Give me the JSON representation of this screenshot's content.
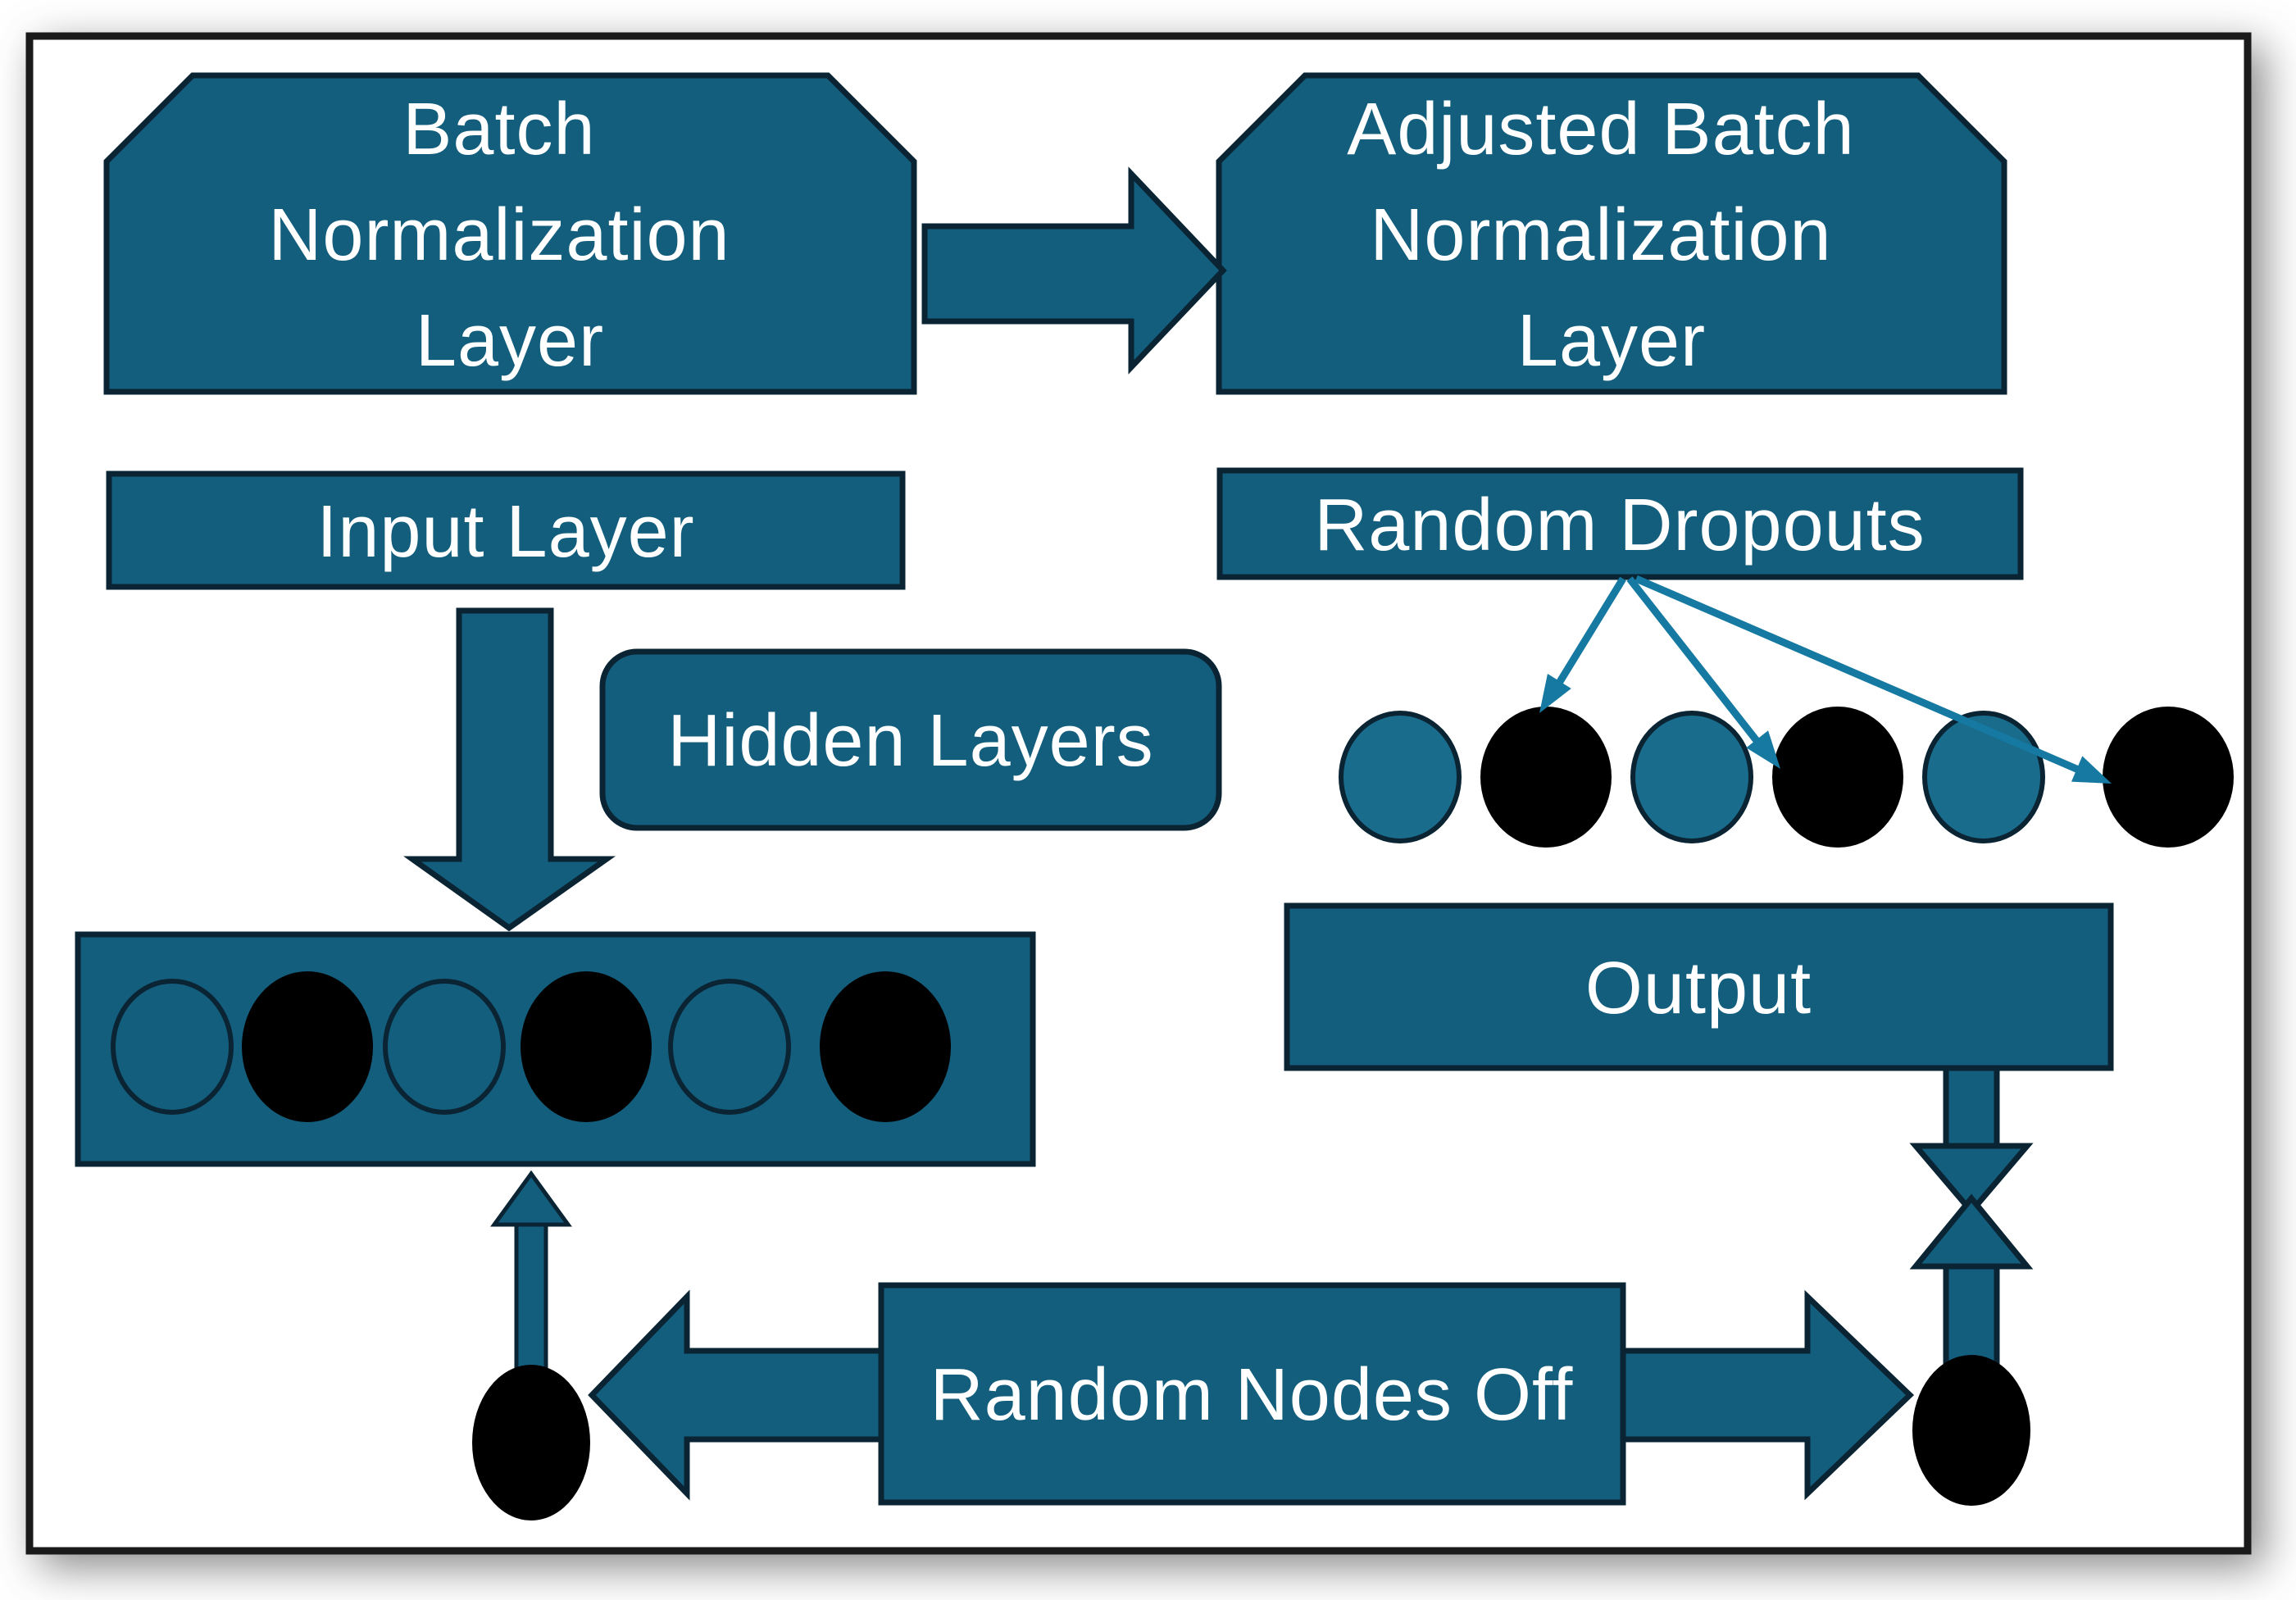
{
  "diagram": {
    "title": "Batch Normalization and Dropout flow diagram",
    "colors": {
      "shape_fill": "#135E7D",
      "shape_outline": "#0A2433",
      "node_active_fill": "#1A6C8C",
      "node_dropped_fill": "#000000",
      "connector": "#1579A1",
      "label_text": "#FFFFFF",
      "frame_border": "#1A1A1A",
      "canvas": "#FFFFFF"
    },
    "nodes": {
      "batch_norm": {
        "label": "Batch Normalization Layer",
        "lines": [
          "Batch",
          "Normalization",
          "Layer"
        ]
      },
      "adjusted_batch_norm": {
        "label": "Adjusted Batch Normalization Layer",
        "lines": [
          "Adjusted Batch",
          "Normalization",
          "Layer"
        ]
      },
      "input_layer": {
        "label": "Input Layer"
      },
      "hidden_layers": {
        "label": "Hidden Layers"
      },
      "random_dropouts": {
        "label": "Random Dropouts"
      },
      "output": {
        "label": "Output"
      },
      "random_nodes_off": {
        "label": "Random Nodes Off"
      }
    },
    "neurons": {
      "dropout_row": [
        {
          "state": "active",
          "fill": "#1A6C8C"
        },
        {
          "state": "dropped",
          "fill": "#000000"
        },
        {
          "state": "active",
          "fill": "#1A6C8C"
        },
        {
          "state": "dropped",
          "fill": "#000000"
        },
        {
          "state": "active",
          "fill": "#1A6C8C"
        },
        {
          "state": "dropped",
          "fill": "#000000"
        }
      ],
      "input_row": [
        {
          "state": "active",
          "fill": "#135E7D"
        },
        {
          "state": "dropped",
          "fill": "#000000"
        },
        {
          "state": "active",
          "fill": "#135E7D"
        },
        {
          "state": "dropped",
          "fill": "#000000"
        },
        {
          "state": "active",
          "fill": "#135E7D"
        },
        {
          "state": "dropped",
          "fill": "#000000"
        }
      ],
      "left_off_node": {
        "state": "dropped",
        "fill": "#000000"
      },
      "right_off_node": {
        "state": "dropped",
        "fill": "#000000"
      }
    },
    "connections": [
      {
        "from": "batch_norm",
        "to": "adjusted_batch_norm",
        "style": "block-arrow-right"
      },
      {
        "from": "input_layer",
        "to": "input_row",
        "style": "block-arrow-down"
      },
      {
        "from": "random_dropouts",
        "to": "dropout_row_neuron_2",
        "style": "thin-arrow"
      },
      {
        "from": "random_dropouts",
        "to": "dropout_row_neuron_4",
        "style": "thin-arrow"
      },
      {
        "from": "random_dropouts",
        "to": "dropout_row_neuron_6",
        "style": "thin-arrow"
      },
      {
        "from": "output",
        "to": "right_off_node",
        "style": "block-arrows-facing"
      },
      {
        "from": "random_nodes_off",
        "to": "left_off_node",
        "style": "block-arrow-left"
      },
      {
        "from": "random_nodes_off",
        "to": "right_off_node",
        "style": "block-arrow-right"
      },
      {
        "from": "left_off_node",
        "to": "input_row",
        "style": "thin-block-arrow-up"
      }
    ]
  }
}
